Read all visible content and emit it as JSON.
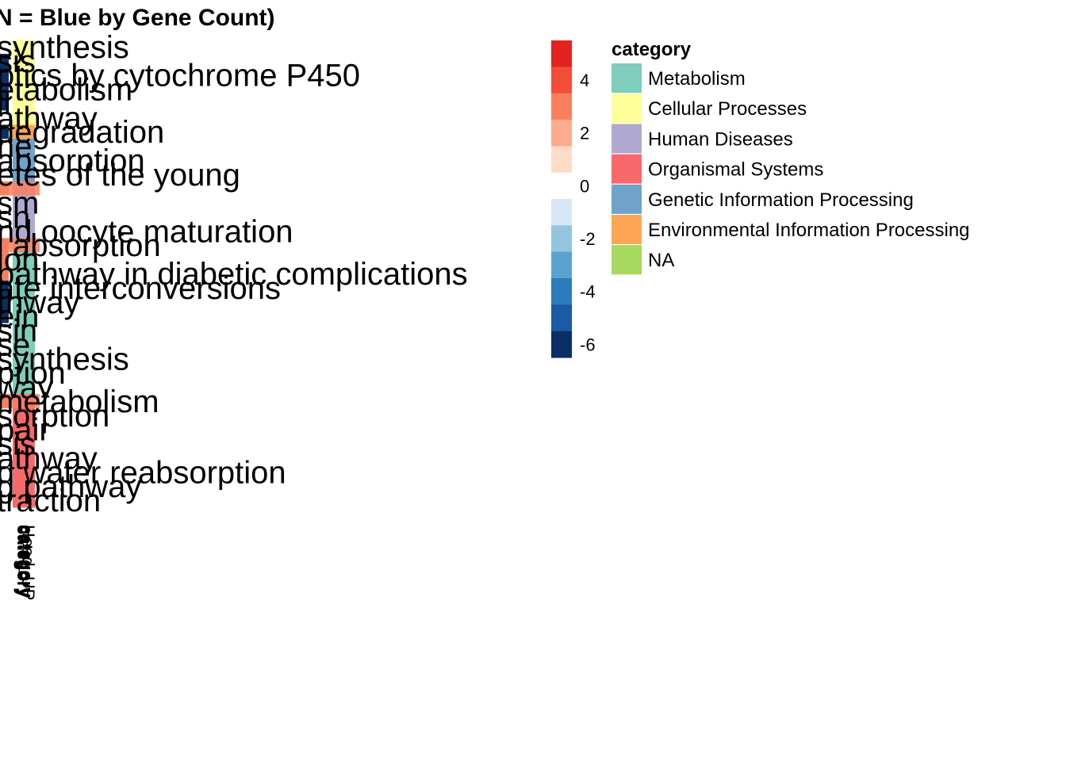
{
  "chart_data": {
    "type": "heatmap",
    "title": "N = Blue by Gene Count)",
    "columns": [
      "category",
      "category",
      "category",
      "Head_UP"
    ],
    "rows": [
      {
        "label": "synthesis",
        "category": "Cellular Processes",
        "value": 0
      },
      {
        "label": "sis",
        "category": "Cellular Processes",
        "value": -6
      },
      {
        "label": "otics by cytochrome P450",
        "category": "Cellular Processes",
        "value": -6
      },
      {
        "label": "etabolism",
        "category": "Cellular Processes",
        "value": -6
      },
      {
        "label": "ll",
        "category": "Cellular Processes",
        "value": -6
      },
      {
        "label": "athway",
        "category": "Cellular Processes",
        "value": 0
      },
      {
        "label": "degradation",
        "category": "Environmental Information Processing",
        "value": -6
      },
      {
        "label": "ne",
        "category": "Genetic Information Processing",
        "value": 0
      },
      {
        "label": "absorption",
        "category": "Genetic Information Processing",
        "value": 0
      },
      {
        "label": "etes of the young",
        "category": "Genetic Information Processing",
        "value": 0
      },
      {
        "label": "",
        "category": "Human Diseases",
        "value": 3
      },
      {
        "label": "sm",
        "category": "Human Diseases",
        "value": 0
      },
      {
        "label": "sn",
        "category": "Human Diseases",
        "value": 0
      },
      {
        "label": "nd oocyte maturation",
        "category": "Human Diseases",
        "value": 0
      },
      {
        "label": "l absorption",
        "category": "Metabolism",
        "value": 3
      },
      {
        "label": "ion",
        "category": "Metabolism",
        "value": 3
      },
      {
        "label": "pathway in diabetic complications",
        "category": "Metabolism",
        "value": 3
      },
      {
        "label": "ate interconversions",
        "category": "Metabolism",
        "value": -6
      },
      {
        "label": "thway",
        "category": "Metabolism",
        "value": -6
      },
      {
        "label": "ein",
        "category": "Metabolism",
        "value": -6
      },
      {
        "label": "sin",
        "category": "Metabolism",
        "value": 0
      },
      {
        "label": "se",
        "category": "Metabolism",
        "value": 0
      },
      {
        "label": "synthesis",
        "category": "Metabolism",
        "value": 0
      },
      {
        "label": "ption",
        "category": "Metabolism",
        "value": 0
      },
      {
        "label": "way",
        "category": "Metabolism",
        "value": 0
      },
      {
        "label": "metabolism",
        "category": "Organismal Systems",
        "value": 3
      },
      {
        "label": "sorption",
        "category": "Organismal Systems",
        "value": 0
      },
      {
        "label": "pair",
        "category": "Organismal Systems",
        "value": 0
      },
      {
        "label": "sis",
        "category": "Organismal Systems",
        "value": 0
      },
      {
        "label": "athway",
        "category": "Organismal Systems",
        "value": 0
      },
      {
        "label": "d water reabsorption",
        "category": "Organismal Systems",
        "value": 0
      },
      {
        "label": "g pathway",
        "category": "Organismal Systems",
        "value": 0
      },
      {
        "label": "traction",
        "category": "Organismal Systems",
        "value": 0
      }
    ],
    "color_scale": {
      "breaks": [
        -6,
        -5,
        -4,
        -3,
        -2,
        -1,
        0,
        1,
        2,
        3,
        4,
        5
      ],
      "ticks": [
        4,
        2,
        0,
        -2,
        -4,
        -6
      ],
      "colors": {
        "positive": [
          "#fddbc7",
          "#fcab8f",
          "#f9805f",
          "#f34d38",
          "#e32221"
        ],
        "zero": "#ffffff",
        "negative": [
          "#d6e6f4",
          "#94c4df",
          "#5ba3cf",
          "#2c7bba",
          "#1a5aa6",
          "#0b2f65"
        ]
      }
    },
    "legend": {
      "title": "category",
      "entries": [
        {
          "label": "Metabolism",
          "color": "#7fcdbb"
        },
        {
          "label": "Cellular Processes",
          "color": "#ffff99"
        },
        {
          "label": "Human Diseases",
          "color": "#b0a9d2"
        },
        {
          "label": "Organismal Systems",
          "color": "#f8696b"
        },
        {
          "label": "Genetic Information Processing",
          "color": "#6fa3cc"
        },
        {
          "label": "Environmental Information Processing",
          "color": "#fca552"
        },
        {
          "label": "NA",
          "color": "#a6d95e"
        }
      ]
    }
  }
}
